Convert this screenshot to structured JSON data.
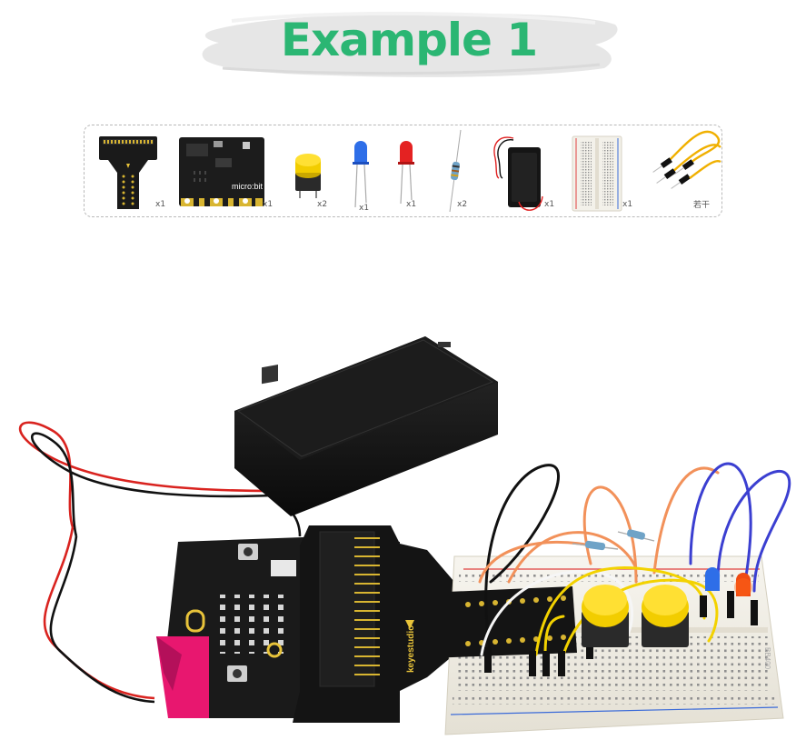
{
  "title": "Example 1",
  "parts": [
    {
      "name": "expansion-board",
      "qty": "x1"
    },
    {
      "name": "microbit-board",
      "qty": "x1",
      "label": "micro:bit"
    },
    {
      "name": "push-button",
      "qty": "x2"
    },
    {
      "name": "blue-led",
      "qty": "x1"
    },
    {
      "name": "red-led",
      "qty": "x1"
    },
    {
      "name": "resistor",
      "qty": "x2"
    },
    {
      "name": "battery-holder",
      "qty": "x1"
    },
    {
      "name": "breadboard",
      "qty": "x1"
    },
    {
      "name": "jumper-wires",
      "qty": "若干"
    }
  ],
  "photo": {
    "brand_label": "keyestudio",
    "breadboard_marking": "BB400"
  },
  "colors": {
    "title_green": "#2bb673",
    "pcb_black": "#1a1a1a",
    "pcb_pink": "#e8176f",
    "button_yellow": "#f2cd00",
    "pin_gold": "#d8b531"
  }
}
